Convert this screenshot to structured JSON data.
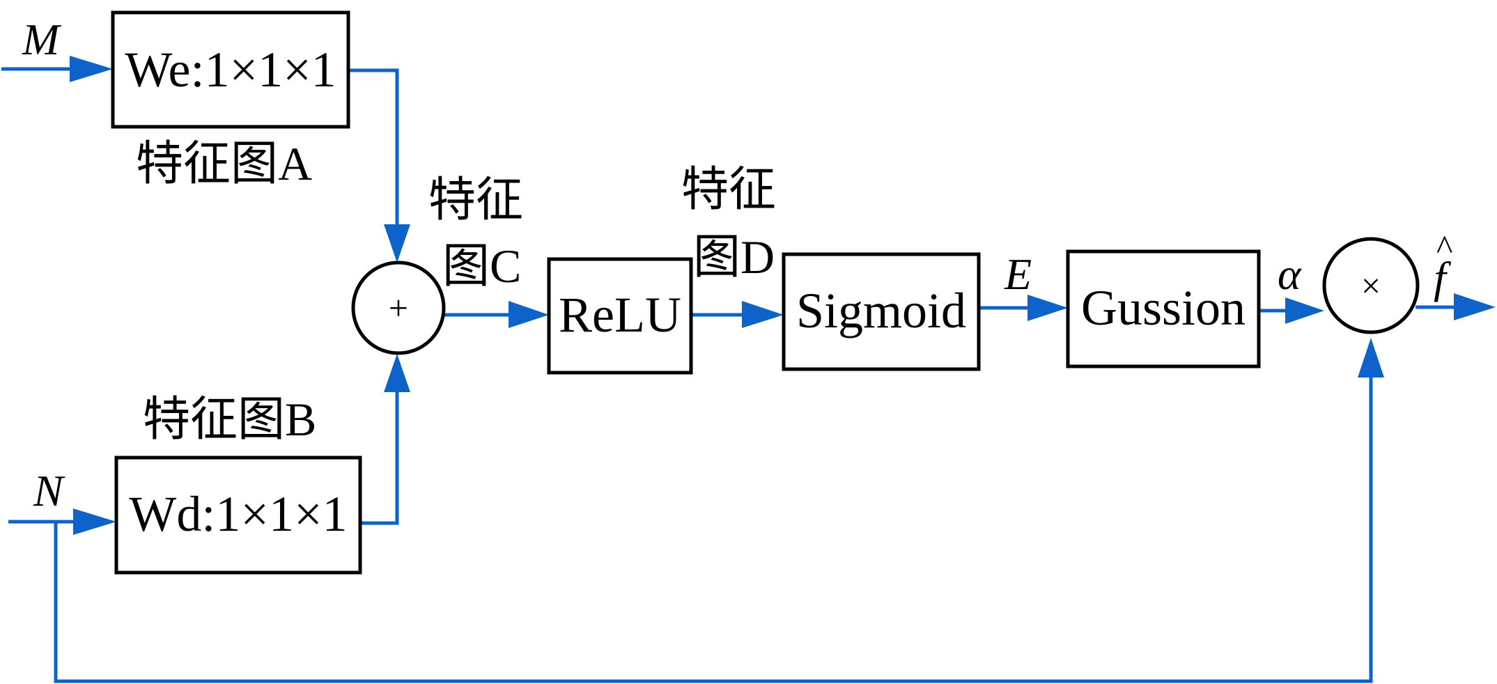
{
  "diagram": {
    "inputs": {
      "m": "M",
      "n": "N"
    },
    "blocks": {
      "we": "We:1×1×1",
      "wd": "Wd:1×1×1",
      "relu": "ReLU",
      "sigmoid": "Sigmoid",
      "gussion": "Gussion"
    },
    "operators": {
      "add": "+",
      "multiply": "×"
    },
    "feature_labels": {
      "a": "特征图A",
      "b": "特征图B",
      "c_line1": "特征",
      "c_line2": "图C",
      "d_line1": "特征",
      "d_line2": "图D"
    },
    "signals": {
      "e": "E",
      "alpha": "α",
      "output": "f",
      "output_hat": "^"
    },
    "colors": {
      "wire": "#0d63c9",
      "block_stroke": "#000000"
    }
  }
}
